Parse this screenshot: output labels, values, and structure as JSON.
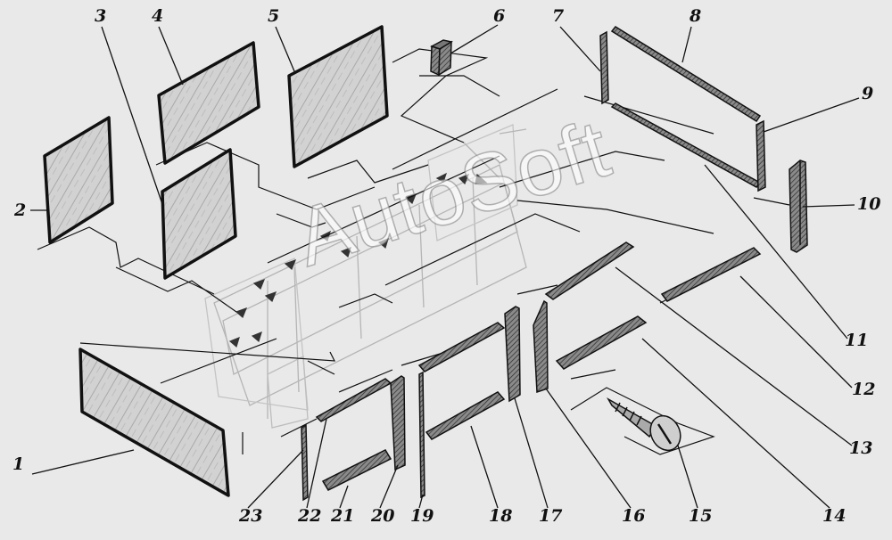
{
  "watermark": "AutoSoft",
  "callouts": {
    "n1": "1",
    "n2": "2",
    "n3": "3",
    "n4": "4",
    "n5": "5",
    "n6": "6",
    "n7": "7",
    "n8": "8",
    "n9": "9",
    "n10": "10",
    "n11": "11",
    "n12": "12",
    "n13": "13",
    "n14": "14",
    "n15": "15",
    "n16": "16",
    "n17": "17",
    "n18": "18",
    "n19": "19",
    "n20": "20",
    "n21": "21",
    "n22": "22",
    "n23": "23"
  },
  "colors": {
    "background": "#e9e9e9",
    "ink": "#111111",
    "glass": "#cfcfcf",
    "frame_ghost": "#b9b9b9"
  }
}
